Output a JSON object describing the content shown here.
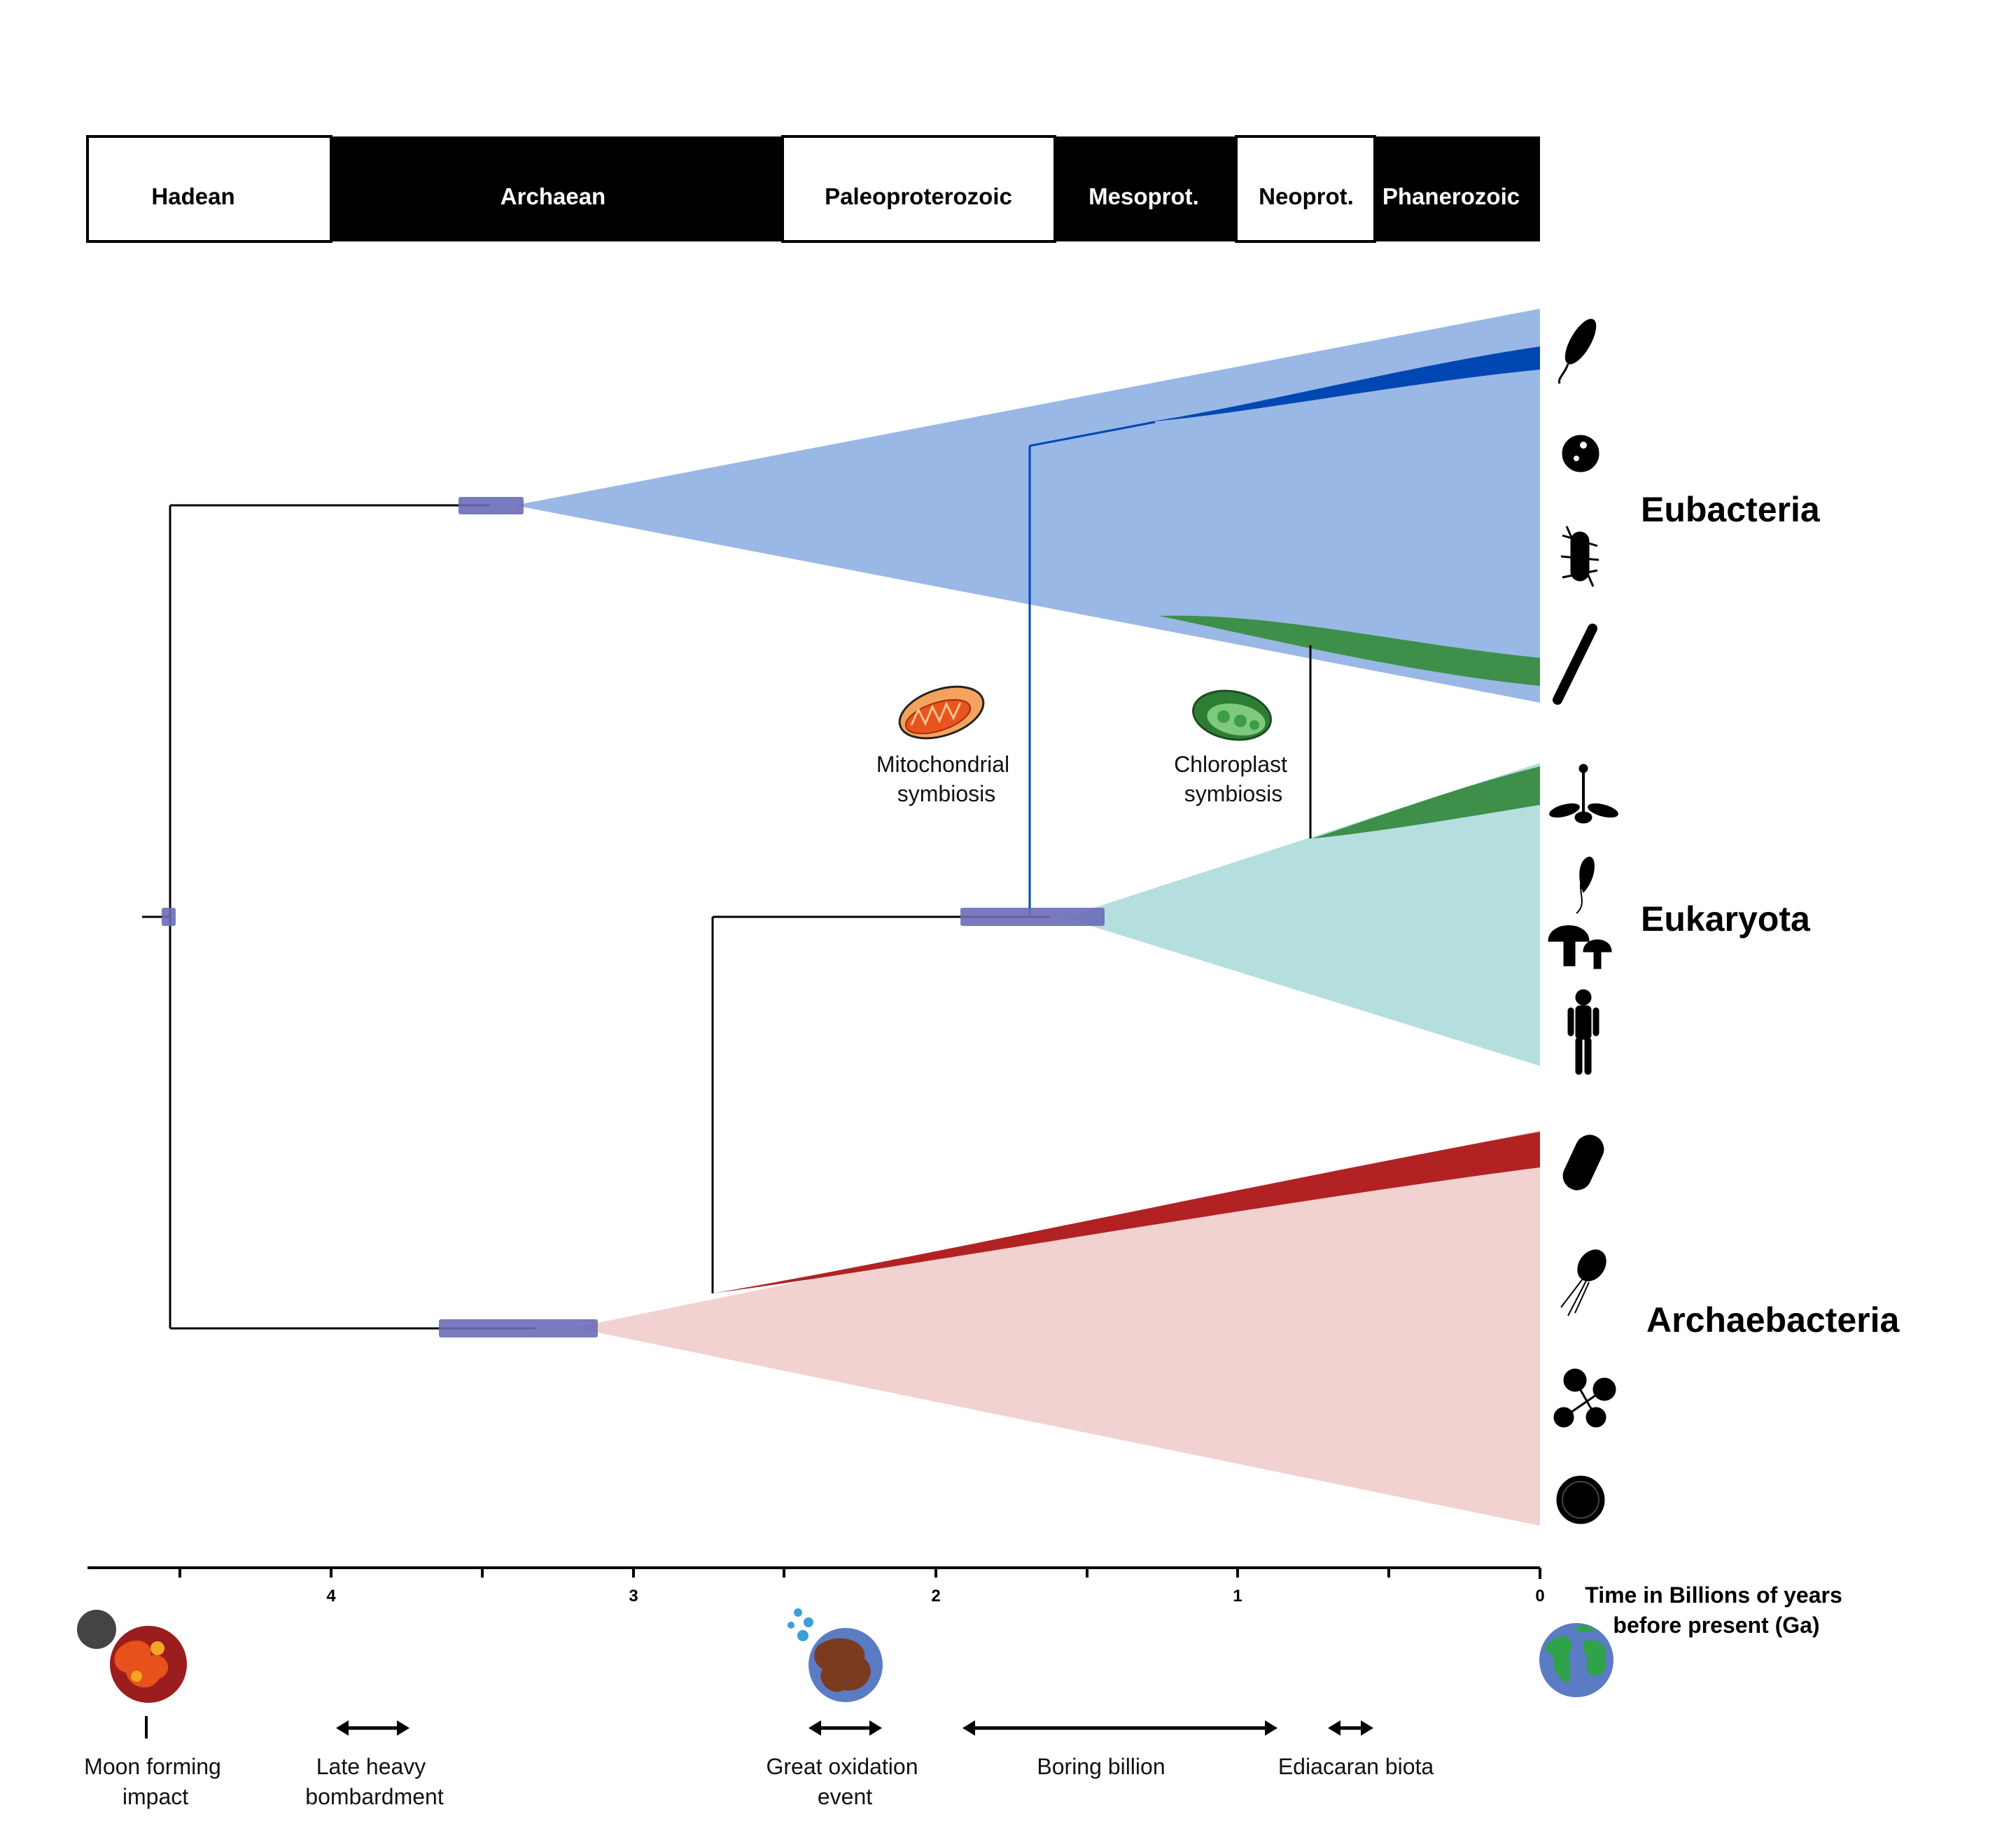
{
  "eons": [
    {
      "name": "Hadean",
      "start": 4.6,
      "end": 4.0,
      "fill": "#ffffff",
      "text": "#000000"
    },
    {
      "name": "Archaean",
      "start": 4.0,
      "end": 2.5,
      "fill": "#000000",
      "text": "#ffffff"
    },
    {
      "name": "Paleoproterozoic",
      "start": 2.5,
      "end": 1.6,
      "fill": "#ffffff",
      "text": "#000000"
    },
    {
      "name": "Mesoprot.",
      "start": 1.6,
      "end": 1.0,
      "fill": "#000000",
      "text": "#ffffff"
    },
    {
      "name": "Neoprot.",
      "start": 1.0,
      "end": 0.54,
      "fill": "#ffffff",
      "text": "#000000"
    },
    {
      "name": "Phanerozoic",
      "start": 0.54,
      "end": 0.0,
      "fill": "#000000",
      "text": "#ffffff"
    }
  ],
  "clades": [
    {
      "name": "Eubacteria",
      "color": "#99b8e5",
      "accent": "#0047b3"
    },
    {
      "name": "Eukaryota",
      "color": "#b4dfde",
      "accent": "#3e8f4a"
    },
    {
      "name": "Archaebacteria",
      "color": "#f2d1d1",
      "accent": "#b22222"
    }
  ],
  "symbioses": [
    {
      "label_line1": "Mitochondrial",
      "label_line2": "symbiosis",
      "icon": "mitochondrion-icon",
      "color": "#f08a3a"
    },
    {
      "label_line1": "Chloroplast",
      "label_line2": "symbiosis",
      "icon": "chloroplast-icon",
      "color": "#3e8f4a"
    }
  ],
  "axis": {
    "ticks": [
      "4",
      "3",
      "2",
      "1",
      "0"
    ],
    "title_line1": "Time in Billions of years",
    "title_line2": "before present (Ga)"
  },
  "events": [
    {
      "label_line1": "Moon forming",
      "label_line2": "impact",
      "icon": "moon-impact-icon"
    },
    {
      "label_line1": "Late heavy",
      "label_line2": "bombardment",
      "icon": "double-arrow-icon"
    },
    {
      "label_line1": "Great oxidation",
      "label_line2": "event",
      "icon": "oxygenated-earth-icon"
    },
    {
      "label_line1": "Boring billion",
      "label_line2": "",
      "icon": "double-arrow-icon"
    },
    {
      "label_line1": "Ediacaran biota",
      "label_line2": "",
      "icon": "double-arrow-icon"
    }
  ],
  "colors": {
    "node_bar": "#6b6bb8",
    "tree_line": "#000000"
  }
}
